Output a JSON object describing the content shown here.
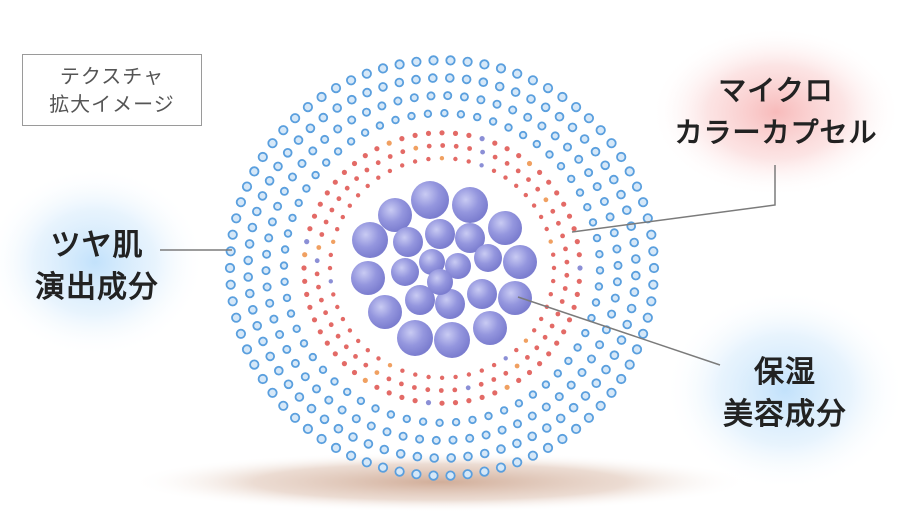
{
  "box_label": {
    "line1": "テクスチャ",
    "line2": "拡大イメージ"
  },
  "labels": {
    "tsuya": {
      "line1": "ツヤ肌",
      "line2": "演出成分"
    },
    "micro": {
      "line1": "マイクロ",
      "line2": "カラーカプセル"
    },
    "hoshitsu": {
      "line1": "保湿",
      "line2": "美容成分"
    }
  },
  "colors": {
    "outer_dots": "#5a9fde",
    "mid_dots": "#e36a66",
    "mid_dots_alt": "#f0a061",
    "core_spheres": "#8e8fdb",
    "shadow": "#cfae9a",
    "glow_blue": "#bfe0fb",
    "glow_pink": "#f7c3c3",
    "leader_line": "#7b7b7b"
  }
}
